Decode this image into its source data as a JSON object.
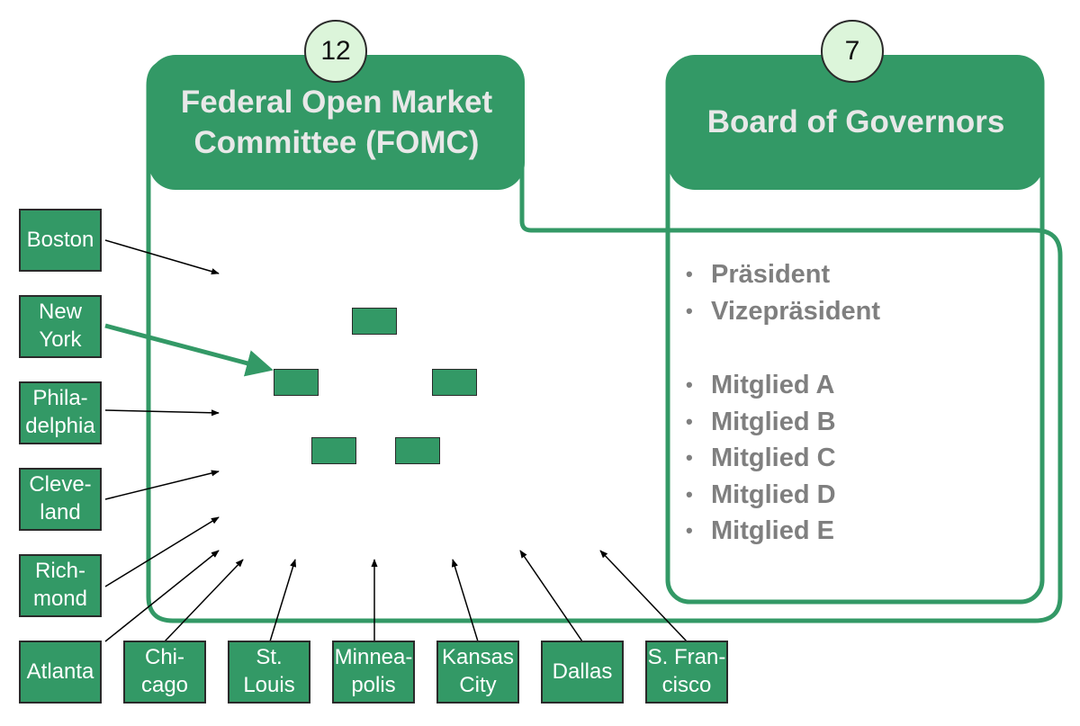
{
  "fomc": {
    "title_line1": "Federal Open Market",
    "title_line2": "Committee (FOMC)",
    "count": "12"
  },
  "board": {
    "title": "Board of Governors",
    "count": "7",
    "members_group1": [
      "Präsident",
      "Vizepräsident"
    ],
    "members_group2": [
      "Mitglied A",
      "Mitglied B",
      "Mitglied C",
      "Mitglied D",
      "Mitglied E"
    ]
  },
  "banks": [
    {
      "id": "boston",
      "label": "Boston"
    },
    {
      "id": "new-york",
      "label": "New\nYork"
    },
    {
      "id": "philadelphia",
      "label": "Phila-\ndelphia"
    },
    {
      "id": "cleveland",
      "label": "Cleve-\nland"
    },
    {
      "id": "richmond",
      "label": "Rich-\nmond"
    },
    {
      "id": "atlanta",
      "label": "Atlanta"
    },
    {
      "id": "chicago",
      "label": "Chi-\ncago"
    },
    {
      "id": "st-louis",
      "label": "St.\nLouis"
    },
    {
      "id": "minneapolis",
      "label": "Minnea-\npolis"
    },
    {
      "id": "kansas-city",
      "label": "Kansas\nCity"
    },
    {
      "id": "dallas",
      "label": "Dallas"
    },
    {
      "id": "san-francisco",
      "label": "S. Fran-\ncisco"
    }
  ],
  "colors": {
    "green": "#339966",
    "circle_fill": "#dcf5da",
    "header_text": "#e8e8e8",
    "list_text": "#7f7f7f",
    "arrow": "#000000"
  }
}
